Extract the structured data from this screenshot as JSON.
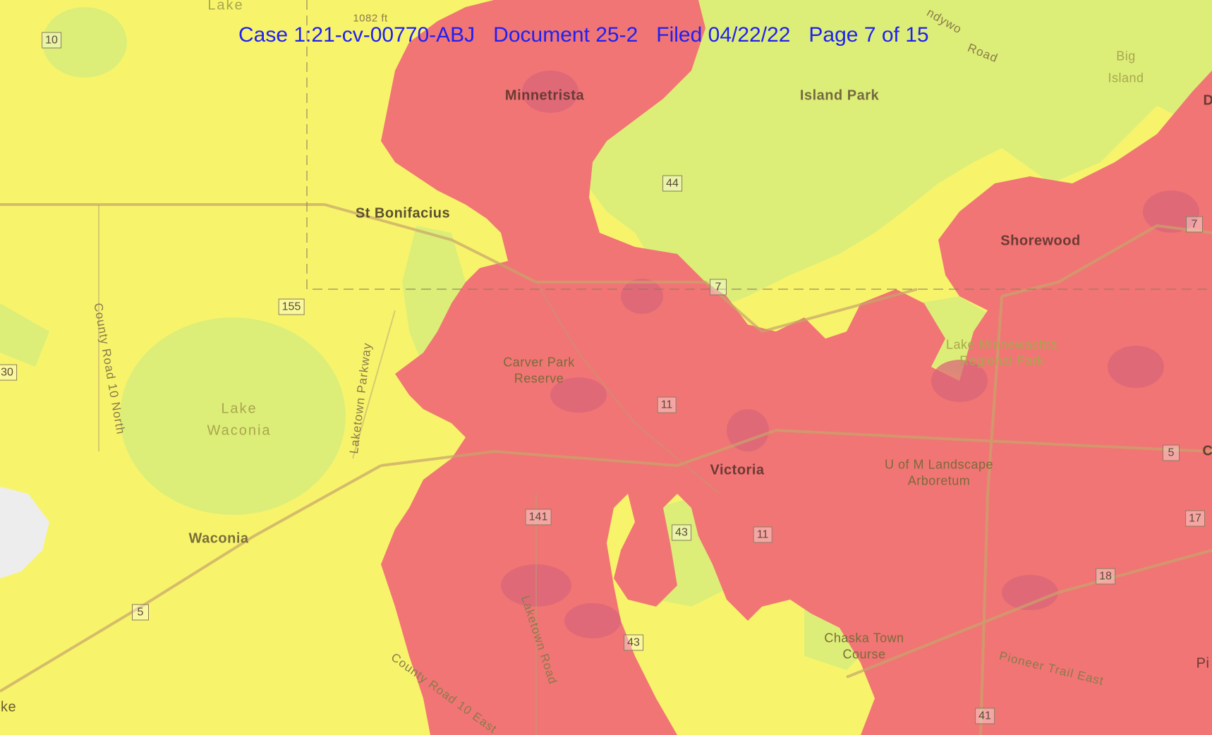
{
  "header": {
    "case": "Case 1:21-cv-00770-ABJ",
    "document": "Document 25-2",
    "filed": "Filed 04/22/22",
    "page": "Page 7 of 15"
  },
  "colors": {
    "yellow_zone": "#f7f46c",
    "green_zone": "#dcee78",
    "red_zone": "#f17575",
    "dark_red_patch": "#d9657a",
    "header_text": "#1f21f0"
  },
  "places": {
    "minnetrista": "Minnetrista",
    "island_park": "Island Park",
    "big_island_1": "Big",
    "big_island_2": "Island",
    "st_bonifacius": "St Bonifacius",
    "shorewood": "Shorewood",
    "carver_park_1": "Carver Park",
    "carver_park_2": "Reserve",
    "lake_minnewashta_1": "Lake Minnewashta",
    "lake_minnewashta_2": "Regional Park",
    "lake_waconia_1": "Lake",
    "lake_waconia_2": "Waconia",
    "victoria": "Victoria",
    "arboretum_1": "U of M Landscape",
    "arboretum_2": "Arboretum",
    "waconia": "Waconia",
    "chaska_town_1": "Chaska Town",
    "chaska_town_2": "Course",
    "lake_top": "Lake",
    "elevation": "1082 ft",
    "edge_ke": "ke",
    "edge_c": "C",
    "edge_d": "D",
    "edge_pi": "Pi"
  },
  "roads": {
    "county_road_10_north": "County Road 10 North",
    "laketown_parkway": "Laketown Parkway",
    "laketown_road": "Laketown Road",
    "county_road_10_east": "County Road 10 East",
    "pioneer_trail_east": "Pioneer Trail East",
    "wood_road": "Road",
    "ndywo": "ndywo"
  },
  "shields": [
    "10",
    "44",
    "7",
    "155",
    "30",
    "11",
    "141",
    "43",
    "11",
    "5",
    "43",
    "5",
    "7",
    "17",
    "18",
    "41"
  ]
}
